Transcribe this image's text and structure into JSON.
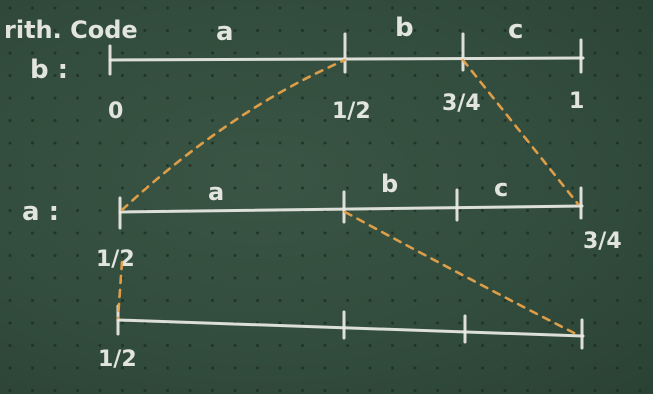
{
  "title": "rith. Code",
  "rows": {
    "b": {
      "label": "b :",
      "segments": [
        "a",
        "b",
        "c"
      ],
      "ticks": [
        "0",
        "1/2",
        "3/4",
        "1"
      ]
    },
    "a": {
      "label": "a :",
      "segments": [
        "a",
        "b",
        "c"
      ],
      "ticks": [
        "1/2",
        "3/4"
      ]
    },
    "third": {
      "ticks": [
        "1/2"
      ]
    }
  },
  "colors": {
    "chalk": "#ecece6",
    "board": "#324c3d",
    "dashes": "#e7a24a"
  }
}
